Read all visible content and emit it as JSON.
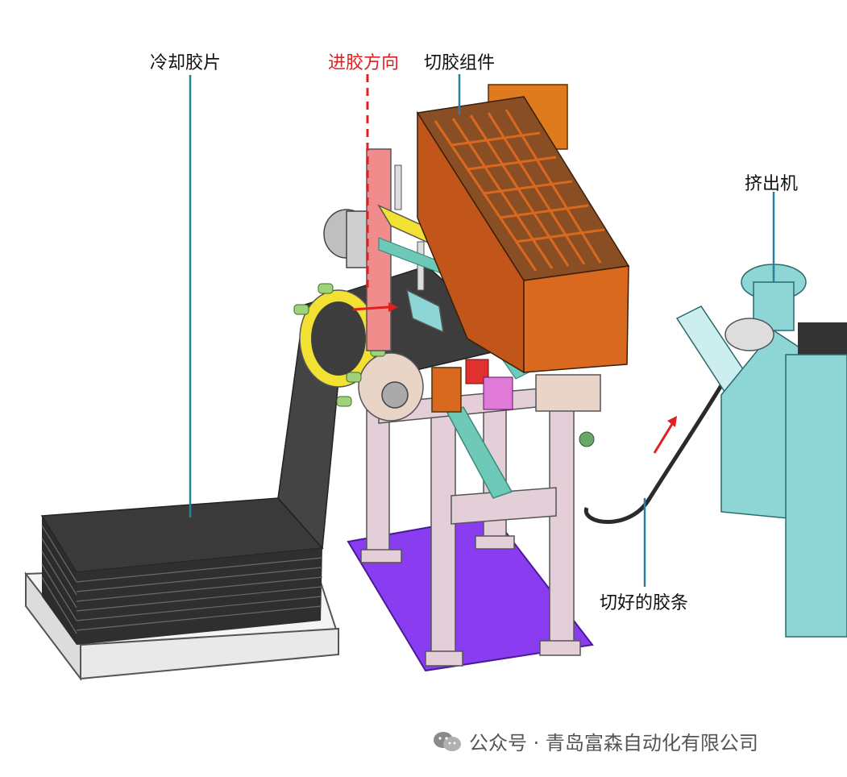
{
  "labels": {
    "cooling_sheet": "冷却胶片",
    "feed_direction": "进胶方向",
    "cutting_assembly": "切胶组件",
    "extruder": "挤出机",
    "cut_strips": "切好的胶条"
  },
  "watermark": {
    "text": "公众号 · 青岛富森自动化有限公司",
    "icon": "wechat-icon"
  },
  "colors": {
    "callout_line": "#2b7fa0",
    "feed_arrow": "#e02020",
    "cutter_box": "#d9691e",
    "base_plate": "#8a3cf0",
    "frame": "#e4cfd9",
    "extruder": "#8ed6d6",
    "rubber": "#3a3a3a",
    "roller_yellow": "#f2e033",
    "pallet": "#f2f2f2"
  }
}
